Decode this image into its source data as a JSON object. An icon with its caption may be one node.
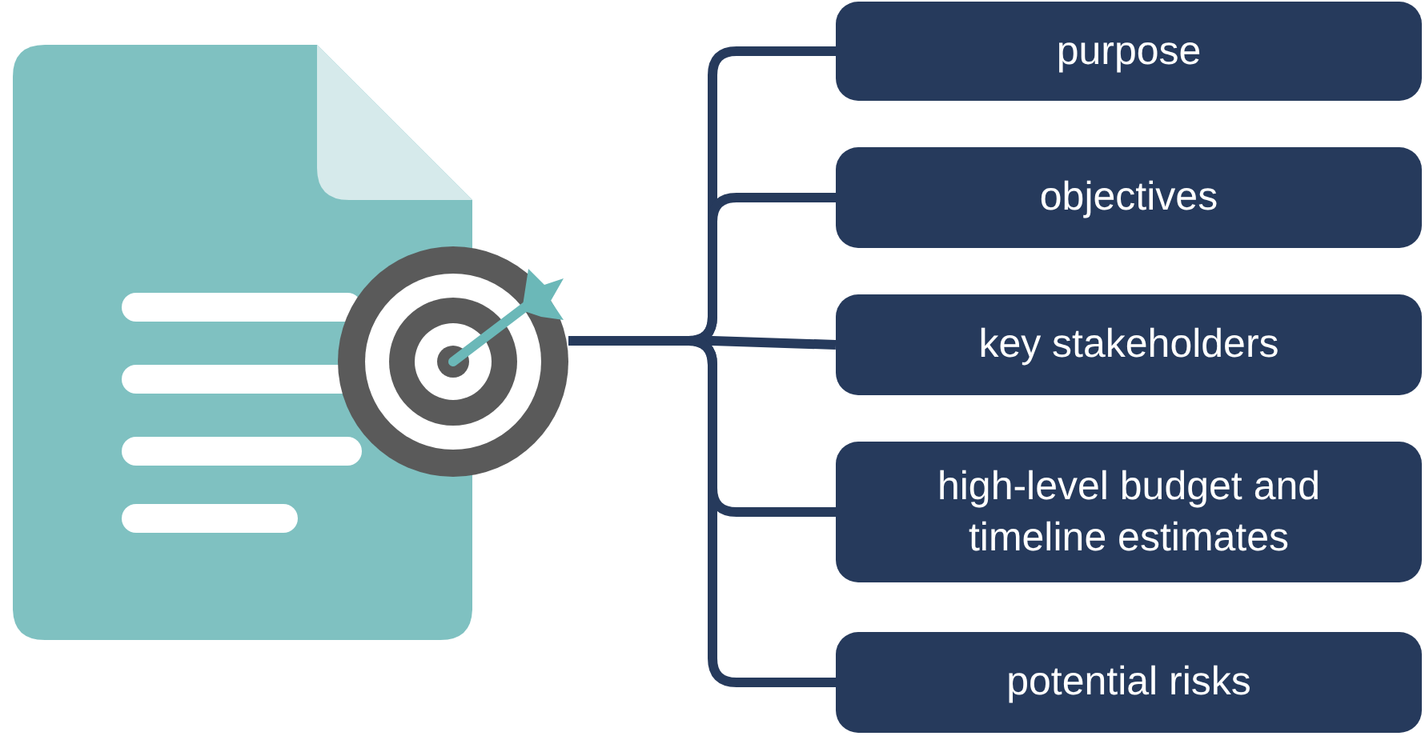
{
  "diagram": {
    "nodes": [
      {
        "text": [],
        "shape": "picture"
      },
      {
        "text": [
          "purpose"
        ]
      },
      {
        "text": [
          "objectives"
        ]
      },
      {
        "text": [
          "key stakeholders"
        ]
      },
      {
        "text": [
          "high-level budget and timeline estimates"
        ]
      },
      {
        "text": [
          "potential risks"
        ]
      }
    ],
    "edges": [
      {
        "from": 0,
        "to": 1,
        "arrow": "none"
      },
      {
        "from": 0,
        "to": 2,
        "arrow": "none"
      },
      {
        "from": 0,
        "to": 3,
        "arrow": "none"
      },
      {
        "from": 0,
        "to": 4,
        "arrow": "none"
      },
      {
        "from": 0,
        "to": 5,
        "arrow": "none"
      }
    ]
  }
}
